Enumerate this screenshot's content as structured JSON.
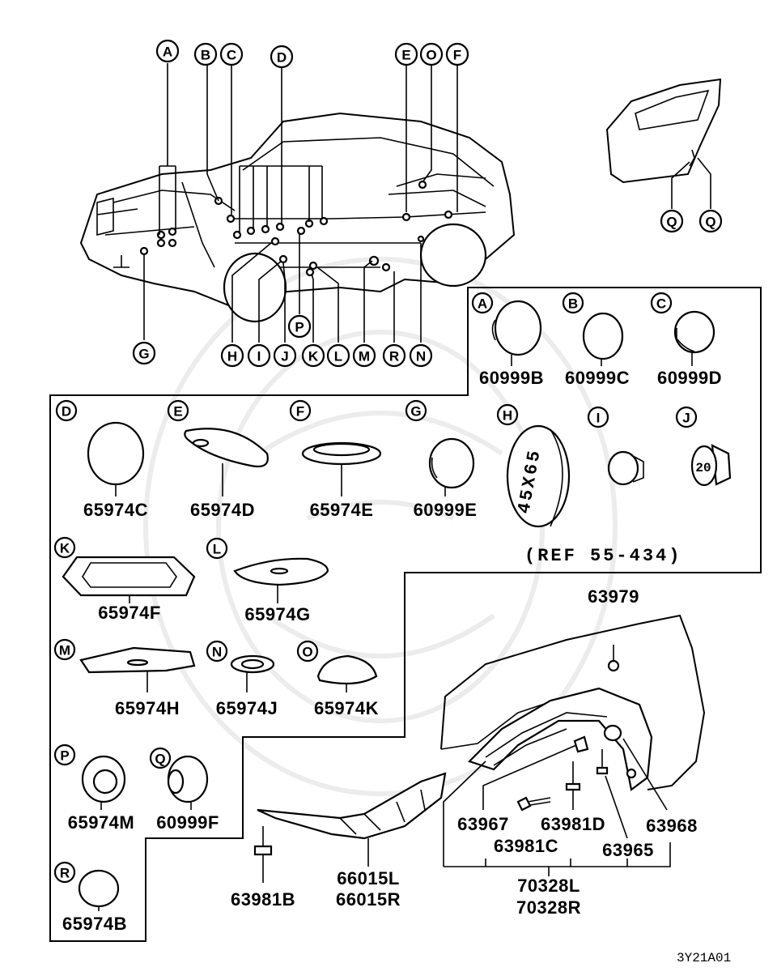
{
  "diagram_code": "3Y21A01",
  "reference_note": "(REF 55-434)",
  "plug_embossed_size": "45X65",
  "plug_embossed_number": "20",
  "locator_callouts": [
    "A",
    "B",
    "C",
    "D",
    "E",
    "O",
    "F",
    "G",
    "H",
    "I",
    "J",
    "K",
    "L",
    "M",
    "R",
    "N",
    "P",
    "Q",
    "Q"
  ],
  "panel_callouts": {
    "A": "A",
    "B": "B",
    "C": "C",
    "D": "D",
    "E": "E",
    "F": "F",
    "G": "G",
    "H": "H",
    "I": "I",
    "J": "J",
    "K": "K",
    "L": "L",
    "M": "M",
    "N": "N",
    "O": "O",
    "P": "P",
    "Q": "Q",
    "R": "R"
  },
  "parts": {
    "A": "60999B",
    "B": "60999C",
    "C": "60999D",
    "D": "65974C",
    "E": "65974D",
    "F": "65974E",
    "G": "60999E",
    "K": "65974F",
    "L": "65974G",
    "M": "65974H",
    "N": "65974J",
    "O": "65974K",
    "P": "65974M",
    "Q": "60999F",
    "R": "65974B"
  },
  "fender_parts": {
    "clip_top": "63979",
    "p1": "63967",
    "p2": "63981D",
    "p3": "63968",
    "p4": "63981C",
    "p5": "63965",
    "liner_l": "70328L",
    "liner_r": "70328R",
    "bolt": "63981B",
    "under_l": "66015L",
    "under_r": "66015R"
  }
}
